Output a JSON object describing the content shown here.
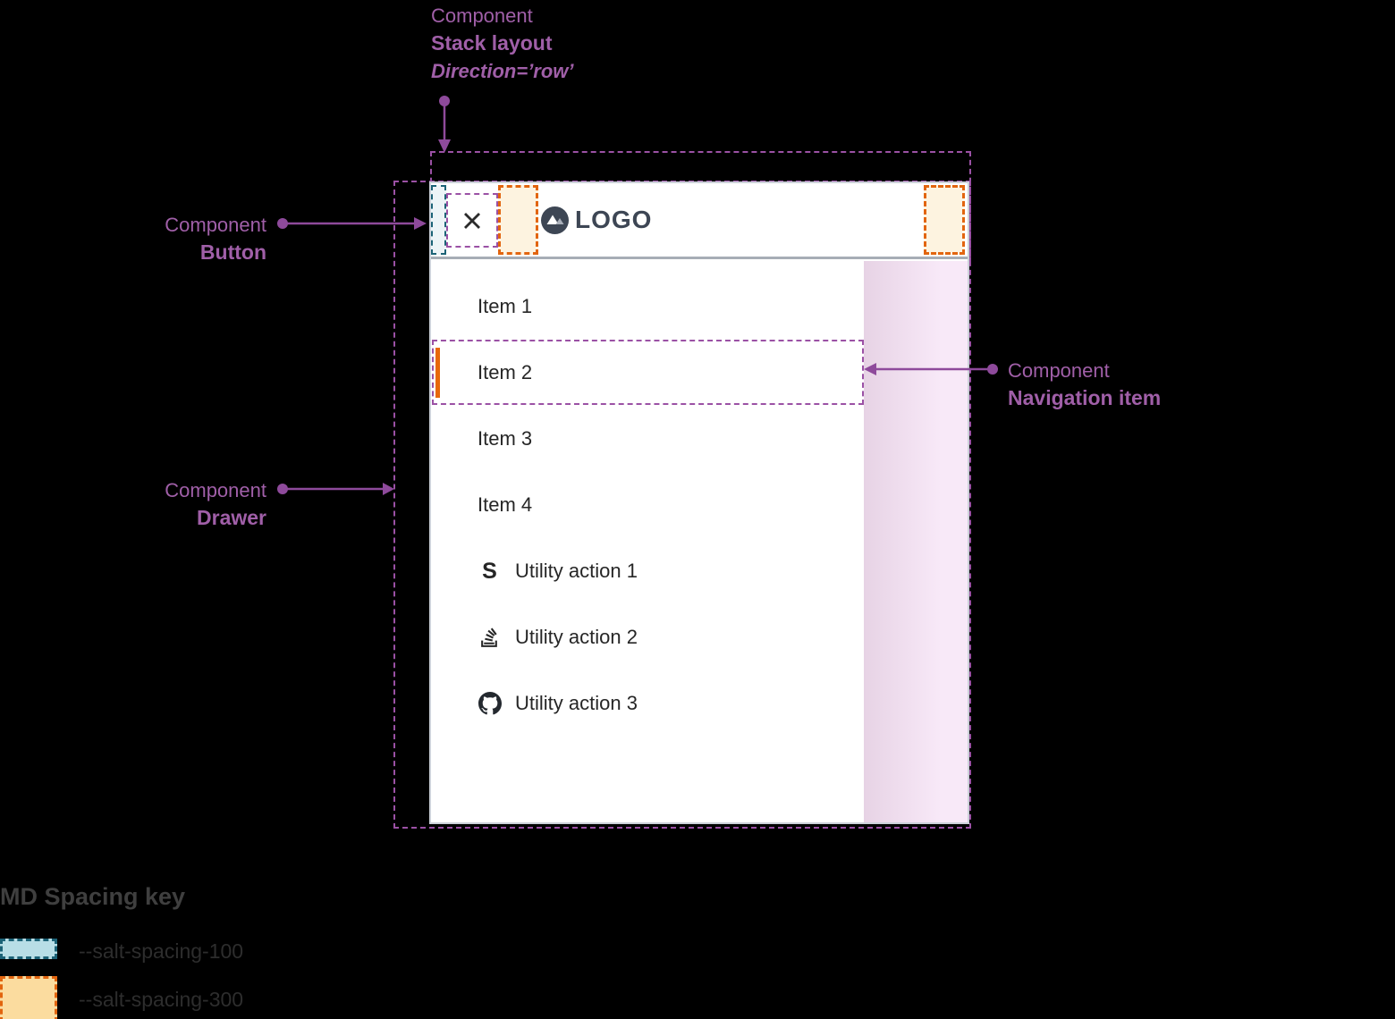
{
  "annotations": {
    "stack_layout": {
      "line1": "Component",
      "line2": "Stack layout",
      "line3": "Direction=’row’"
    },
    "button": {
      "line1": "Component",
      "line2": "Button"
    },
    "drawer": {
      "line1": "Component",
      "line2": "Drawer"
    },
    "nav_item": {
      "line1": "Component",
      "line2": "Navigation item"
    }
  },
  "header": {
    "logo_text": "LOGO"
  },
  "drawer": {
    "items": [
      {
        "label": "Item 1"
      },
      {
        "label": "Item 2",
        "state": "active"
      },
      {
        "label": "Item 3"
      },
      {
        "label": "Item 4"
      }
    ],
    "utilities": [
      {
        "icon": "s-letter-icon",
        "glyph": "S",
        "label": "Utility action 1"
      },
      {
        "icon": "stackoverflow-icon",
        "label": "Utility action 2"
      },
      {
        "icon": "github-icon",
        "label": "Utility action 3"
      }
    ]
  },
  "spacing_key": {
    "title": "MD Spacing key",
    "entries": [
      {
        "token": "--salt-spacing-100"
      },
      {
        "token": "--salt-spacing-300"
      }
    ]
  },
  "colors": {
    "annotation_purple": "#a express5fa8",
    "pointer_purple": "#8e4a9b",
    "dashed_purple": "#9b51a5",
    "teal_border": "#1c6377",
    "teal_strip_fill": "#edf4f7",
    "teal_key_fill": "#b8dee6",
    "orange_border": "#e2650f",
    "orange_strip_fill": "#fdf3e0",
    "orange_key_fill": "#fbdc9f",
    "header_border": "#a7adb6",
    "panel_border": "#ccd1d9",
    "logo_color": "#3d4654",
    "item_text": "#262626",
    "indicator_orange": "#e76808",
    "pink_dark": "#e7d3e5",
    "pink_light": "#f8e9f8",
    "key_title": "#3f3f3f",
    "key_label": "#2d2d2d"
  }
}
